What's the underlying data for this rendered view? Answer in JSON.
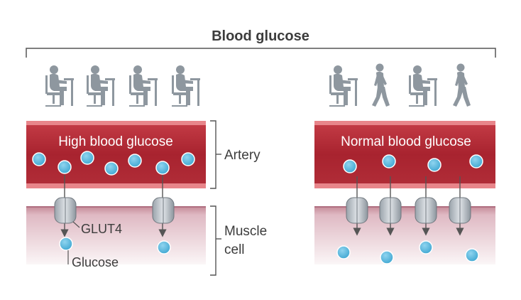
{
  "title": "Blood glucose",
  "left_panel": {
    "artery_label": "High blood glucose",
    "people": [
      "seated-person",
      "seated-person",
      "seated-person",
      "seated-person"
    ]
  },
  "right_panel": {
    "artery_label": "Normal blood glucose",
    "people": [
      "seated-person",
      "walking-person",
      "seated-person",
      "walking-person"
    ]
  },
  "callouts": {
    "artery": "Artery",
    "muscle_cell_line1": "Muscle",
    "muscle_cell_line2": "cell",
    "transporter": "GLUT4",
    "glucose": "Glucose"
  },
  "colors": {
    "artery_dark": "#a8232f",
    "artery_light": "#e8858a",
    "muscle_top": "#c98f9c",
    "muscle_bottom": "#f6eef0",
    "glucose": "#4fb3d9",
    "glut4": "#b9c1c8",
    "person": "#8e979f",
    "text": "#3c3c3c"
  }
}
